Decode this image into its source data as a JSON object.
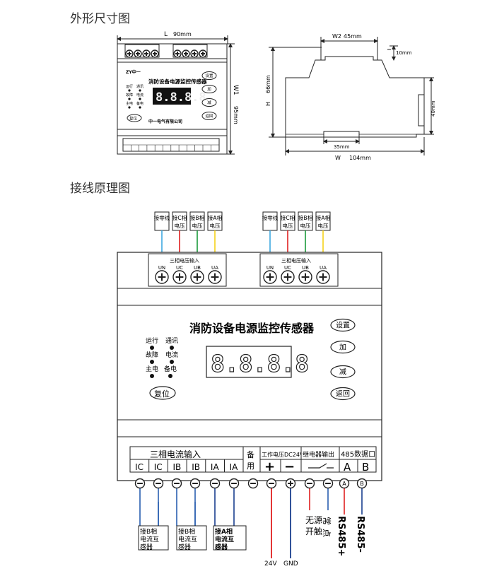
{
  "sections": {
    "dimensions_title": "外形尺寸图",
    "wiring_title": "接线原理图"
  },
  "dimensions": {
    "L": "L",
    "L_value": "90mm",
    "W1": "W1",
    "W1_value": "95mm",
    "W2": "W2",
    "W2_value": "45mm",
    "H": "H",
    "H_value": "66mm",
    "W": "W",
    "W_value": "104mm",
    "d10": "10mm",
    "d35": "35mm",
    "d40": "40mm"
  },
  "small_device": {
    "logo": "ZY中一",
    "title": "消防设备电源监控传感器",
    "company": "中一电气有限公司",
    "leds": [
      "运行",
      "通讯",
      "故障",
      "电流",
      "主电",
      "备电"
    ],
    "buttons": [
      "设置",
      "加",
      "减",
      "返回"
    ],
    "reset": "复位",
    "display": "8.8.8.8"
  },
  "wiring": {
    "left_top_wires": [
      {
        "label": "接零线",
        "color": "#3fa9e0"
      },
      {
        "label": "接C相电压",
        "color": "#e02020"
      },
      {
        "label": "接B相电压",
        "color": "#1a9a3a"
      },
      {
        "label": "接A相电压",
        "color": "#f5d21a"
      }
    ],
    "right_top_wires": [
      {
        "label": "接零线",
        "color": "#3fa9e0"
      },
      {
        "label": "接C相电压",
        "color": "#e02020"
      },
      {
        "label": "接B相电压",
        "color": "#1a9a3a"
      },
      {
        "label": "接A相电压",
        "color": "#f5d21a"
      }
    ],
    "voltage_group_label": "三相电压输入",
    "voltage_terminals": [
      "UN",
      "UC",
      "UB",
      "UA"
    ],
    "device_title": "消防设备电源监控传感器",
    "display": "8.8.8.8",
    "leds": [
      "运行",
      "通讯",
      "故障",
      "电流",
      "主电",
      "备电"
    ],
    "buttons": [
      "设置",
      "加",
      "减",
      "返回"
    ],
    "reset": "复位",
    "current_group_label": "三相电流输入",
    "current_terminals": [
      "IC",
      "IC",
      "IB",
      "IB",
      "IA",
      "IA"
    ],
    "spare_label": "备用",
    "power_label": "工作电压DC24V",
    "relay_label": "继电器输出",
    "rs485_label": "485数据口",
    "rs485_terminals": [
      "A",
      "B"
    ],
    "ct_labels": [
      "接B相电流互感器",
      "接B相电流互感器",
      "接A相电流互感器"
    ],
    "bottom_24v": "24V",
    "bottom_gnd": "GND",
    "relay_note": "无源常开触点",
    "rs485_plus": "RS485+",
    "rs485_minus": "RS485-",
    "wire_blue": "#2a5fb0",
    "wire_red": "#e02020",
    "wire_darkblue": "#1a3f8f"
  }
}
